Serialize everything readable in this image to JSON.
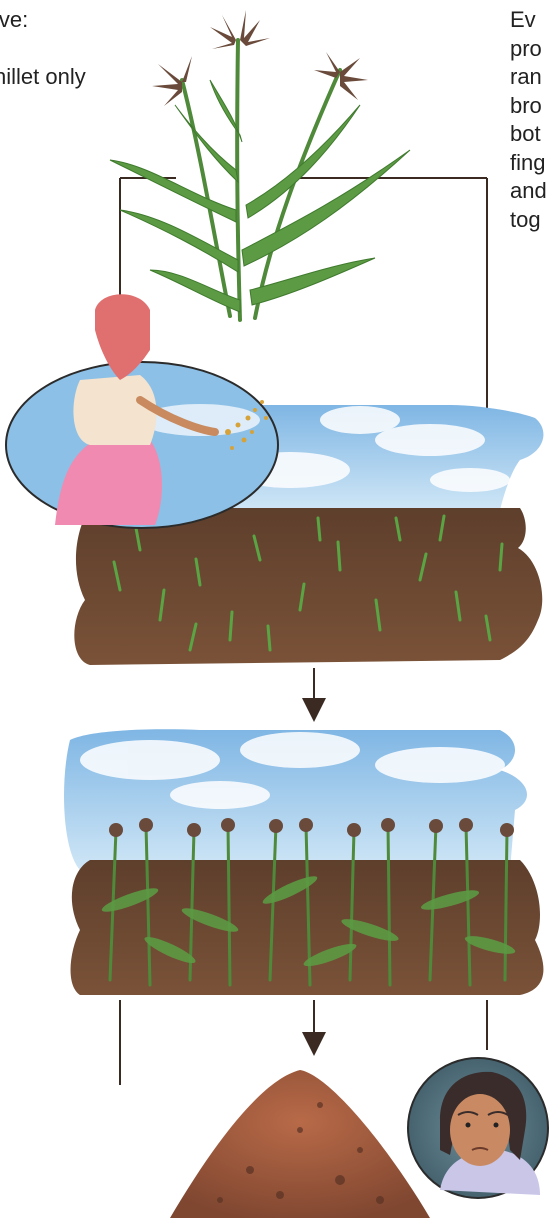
{
  "left_text": [
    "ive:",
    "",
    "nillet only"
  ],
  "right_text": [
    "Ev",
    "pro",
    "ran",
    "bro",
    "bot",
    "fing",
    "and",
    "tog"
  ],
  "colors": {
    "flow_line": "#3a2a22",
    "soil": "#6b4a34",
    "sky": "#9cc8ea",
    "plant": "#4f8a3a",
    "seed_head": "#6a4a3a",
    "grain": "#9c5a3c"
  },
  "icons": [
    "millet-plant-icon",
    "sowing-woman-icon",
    "field-seedlings-icon",
    "field-mature-millet-icon",
    "grain-pile-icon",
    "worried-woman-icon",
    "arrow-down-icon"
  ]
}
